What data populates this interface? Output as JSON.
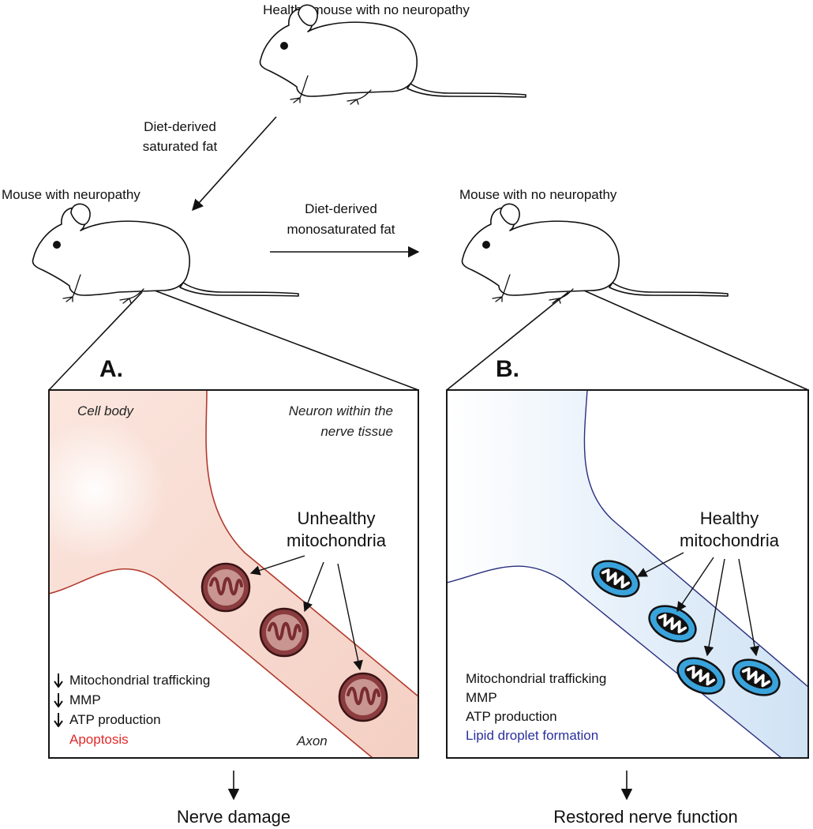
{
  "mice": {
    "healthy_label": "Healthy mouse with no neuropathy",
    "neuropathy_label": "Mouse with neuropathy",
    "recovered_label": "Mouse with no neuropathy"
  },
  "arrows": {
    "saturated_line1": "Diet-derived",
    "saturated_line2": "saturated fat",
    "mono_line1": "Diet-derived",
    "mono_line2": "monosaturated fat"
  },
  "panel_a": {
    "letter": "A.",
    "cell_body": "Cell body",
    "neuron_line1": "Neuron within the",
    "neuron_line2": "nerve tissue",
    "mito_line1": "Unhealthy",
    "mito_line2": "mitochondria",
    "effects": [
      "Mitochondrial trafficking",
      "MMP",
      "ATP production"
    ],
    "apoptosis": "Apoptosis",
    "axon": "Axon",
    "outcome": "Nerve damage"
  },
  "panel_b": {
    "letter": "B.",
    "mito_line1": "Healthy",
    "mito_line2": "mitochondria",
    "effects": [
      "Mitochondrial trafficking",
      "MMP",
      "ATP production"
    ],
    "lipid": "Lipid droplet formation",
    "outcome": "Restored nerve function"
  },
  "colors": {
    "panel_a_fill": "#f7d9cf",
    "panel_a_stroke": "#b23a2e",
    "panel_b_fill": "#dceaf7",
    "panel_b_stroke": "#2a2f7e",
    "unhealthy_mito": "#8a3c3e",
    "healthy_mito": "#3aa3dc",
    "apoptosis_text": "#e02a2a",
    "lipid_text": "#2a2f9e"
  },
  "icons": [
    "mouse-icon",
    "mitochondrion-icon",
    "down-arrow-icon"
  ]
}
